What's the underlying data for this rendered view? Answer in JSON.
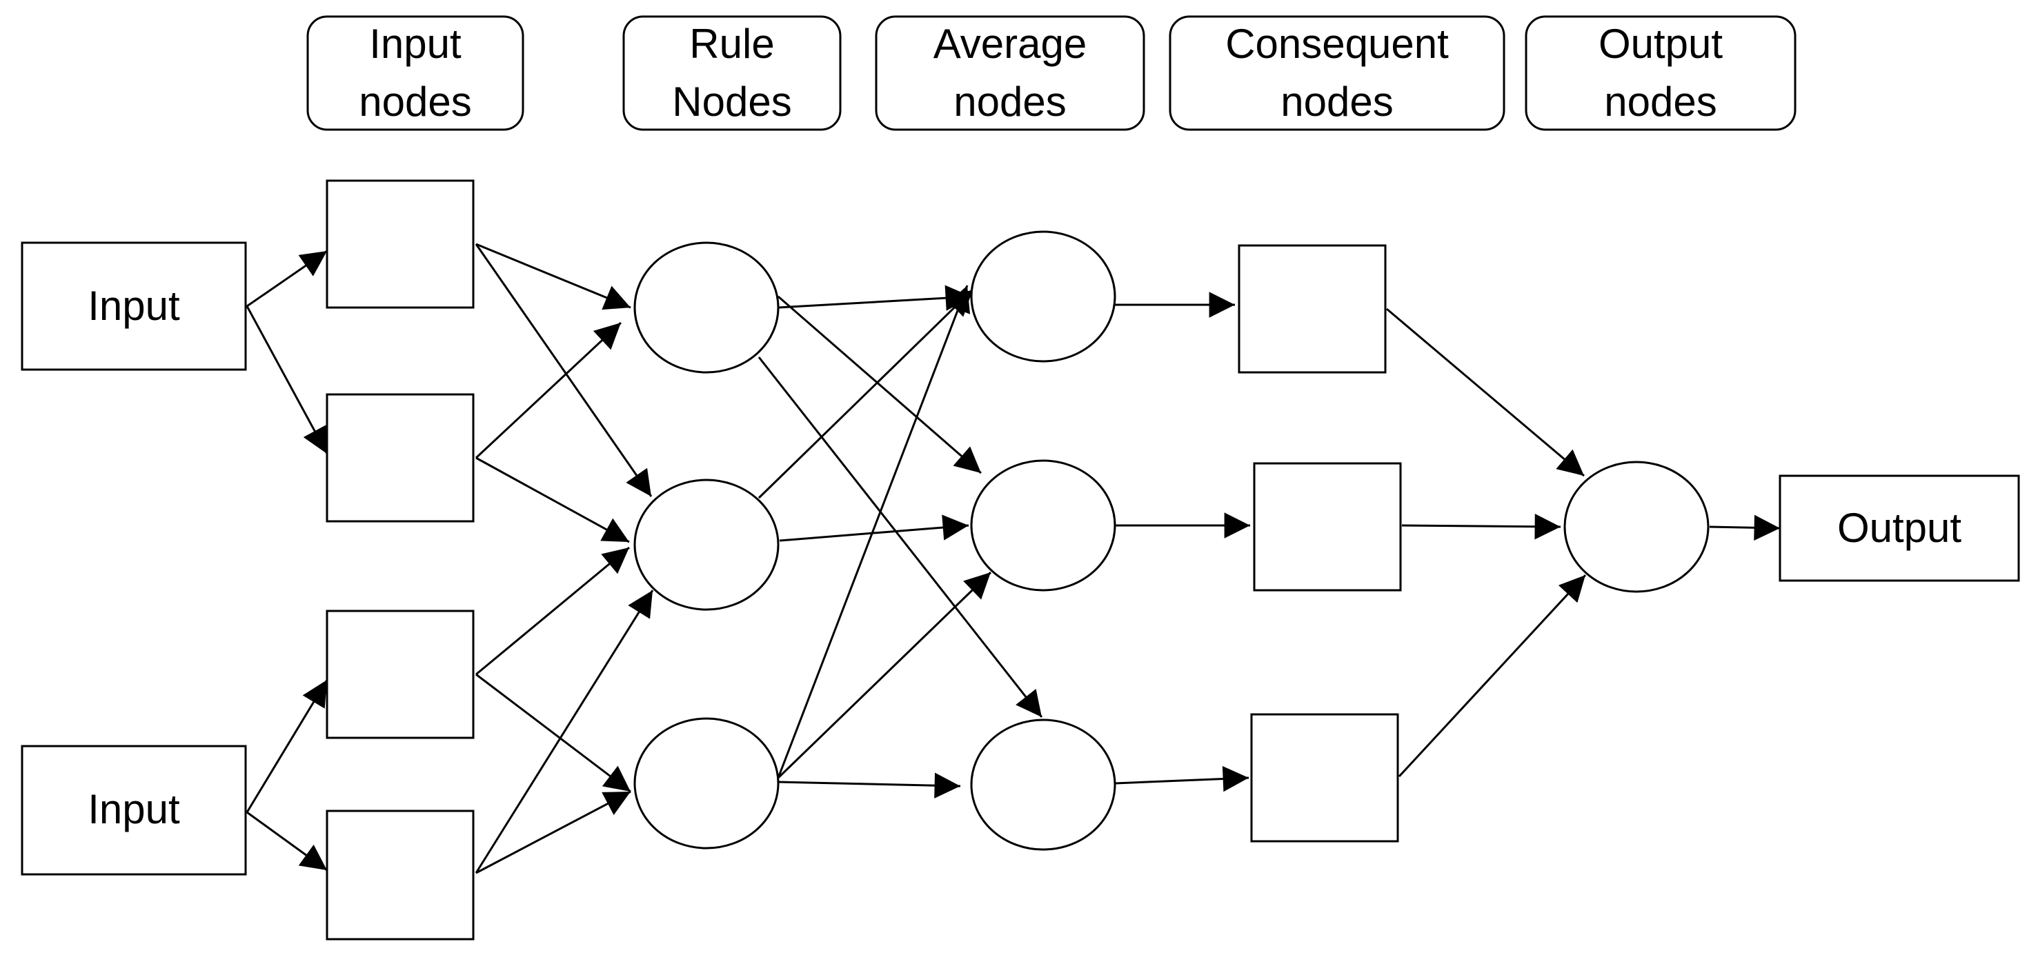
{
  "headers": {
    "input_nodes": [
      "Input",
      "nodes"
    ],
    "rule_nodes": [
      "Rule",
      "Nodes"
    ],
    "average_nodes": [
      "Average",
      "nodes"
    ],
    "consequent_nodes": [
      "Consequent",
      "nodes"
    ],
    "output_nodes": [
      "Output",
      "nodes"
    ]
  },
  "io": {
    "input_top": "Input",
    "input_bottom": "Input",
    "output": "Output"
  },
  "colors": {
    "stroke": "#000000",
    "fill": "#ffffff"
  }
}
